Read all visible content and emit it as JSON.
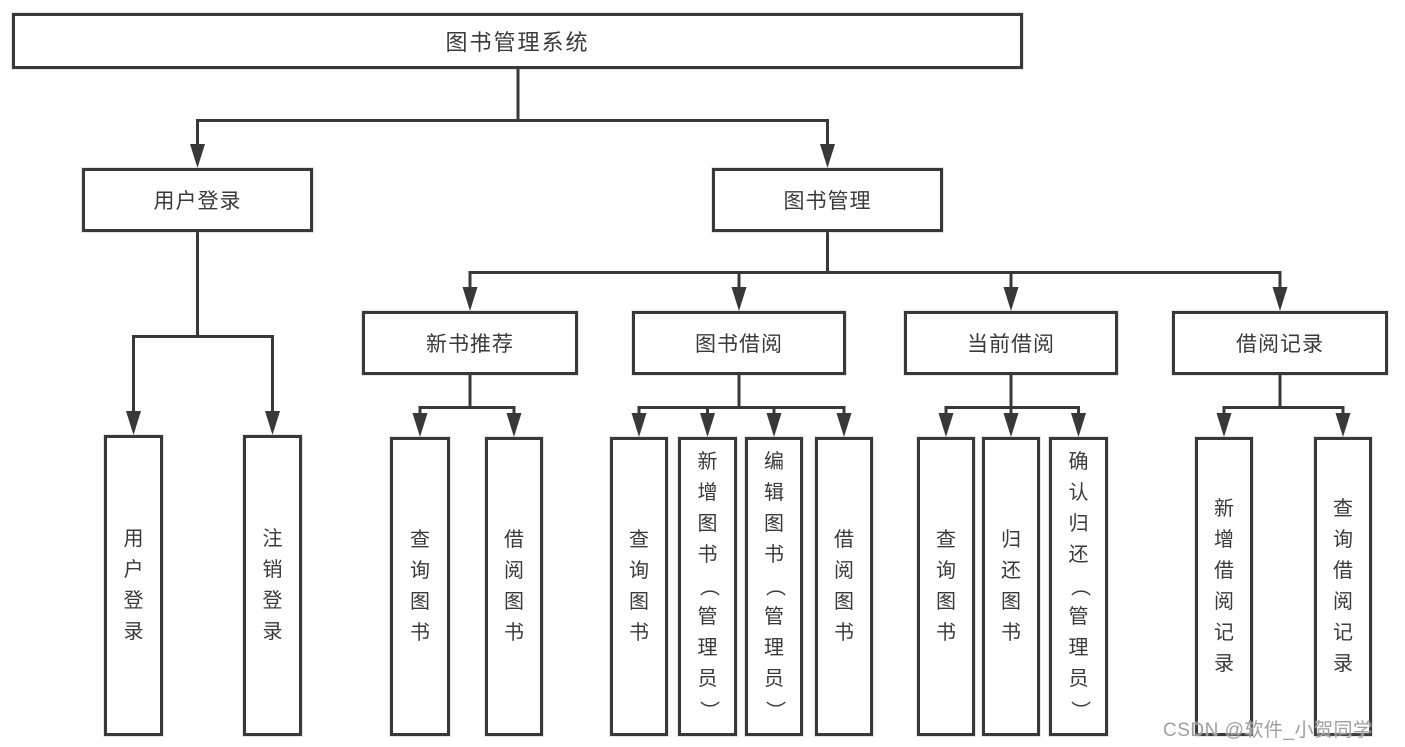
{
  "diagram": {
    "title": "图书管理系统",
    "branches": [
      {
        "label": "用户登录",
        "children": [
          {
            "label": "用户登录"
          },
          {
            "label": "注销登录"
          }
        ]
      },
      {
        "label": "图书管理",
        "children": [
          {
            "label": "新书推荐",
            "children": [
              {
                "label": "查询图书"
              },
              {
                "label": "借阅图书"
              }
            ]
          },
          {
            "label": "图书借阅",
            "children": [
              {
                "label": "查询图书"
              },
              {
                "label": "新增图书（管理员）"
              },
              {
                "label": "编辑图书（管理员）"
              },
              {
                "label": "借阅图书"
              }
            ]
          },
          {
            "label": "当前借阅",
            "children": [
              {
                "label": "查询图书"
              },
              {
                "label": "归还图书"
              },
              {
                "label": "确认归还（管理员）"
              }
            ]
          },
          {
            "label": "借阅记录",
            "children": [
              {
                "label": "新增借阅记录"
              },
              {
                "label": "查询借阅记录"
              }
            ]
          }
        ]
      }
    ]
  },
  "colors": {
    "line": "#383838",
    "text": "#3a3a3a",
    "watermark": "#9f9f9f"
  },
  "watermark": {
    "text": "CSDN @软件_小贺同学"
  }
}
